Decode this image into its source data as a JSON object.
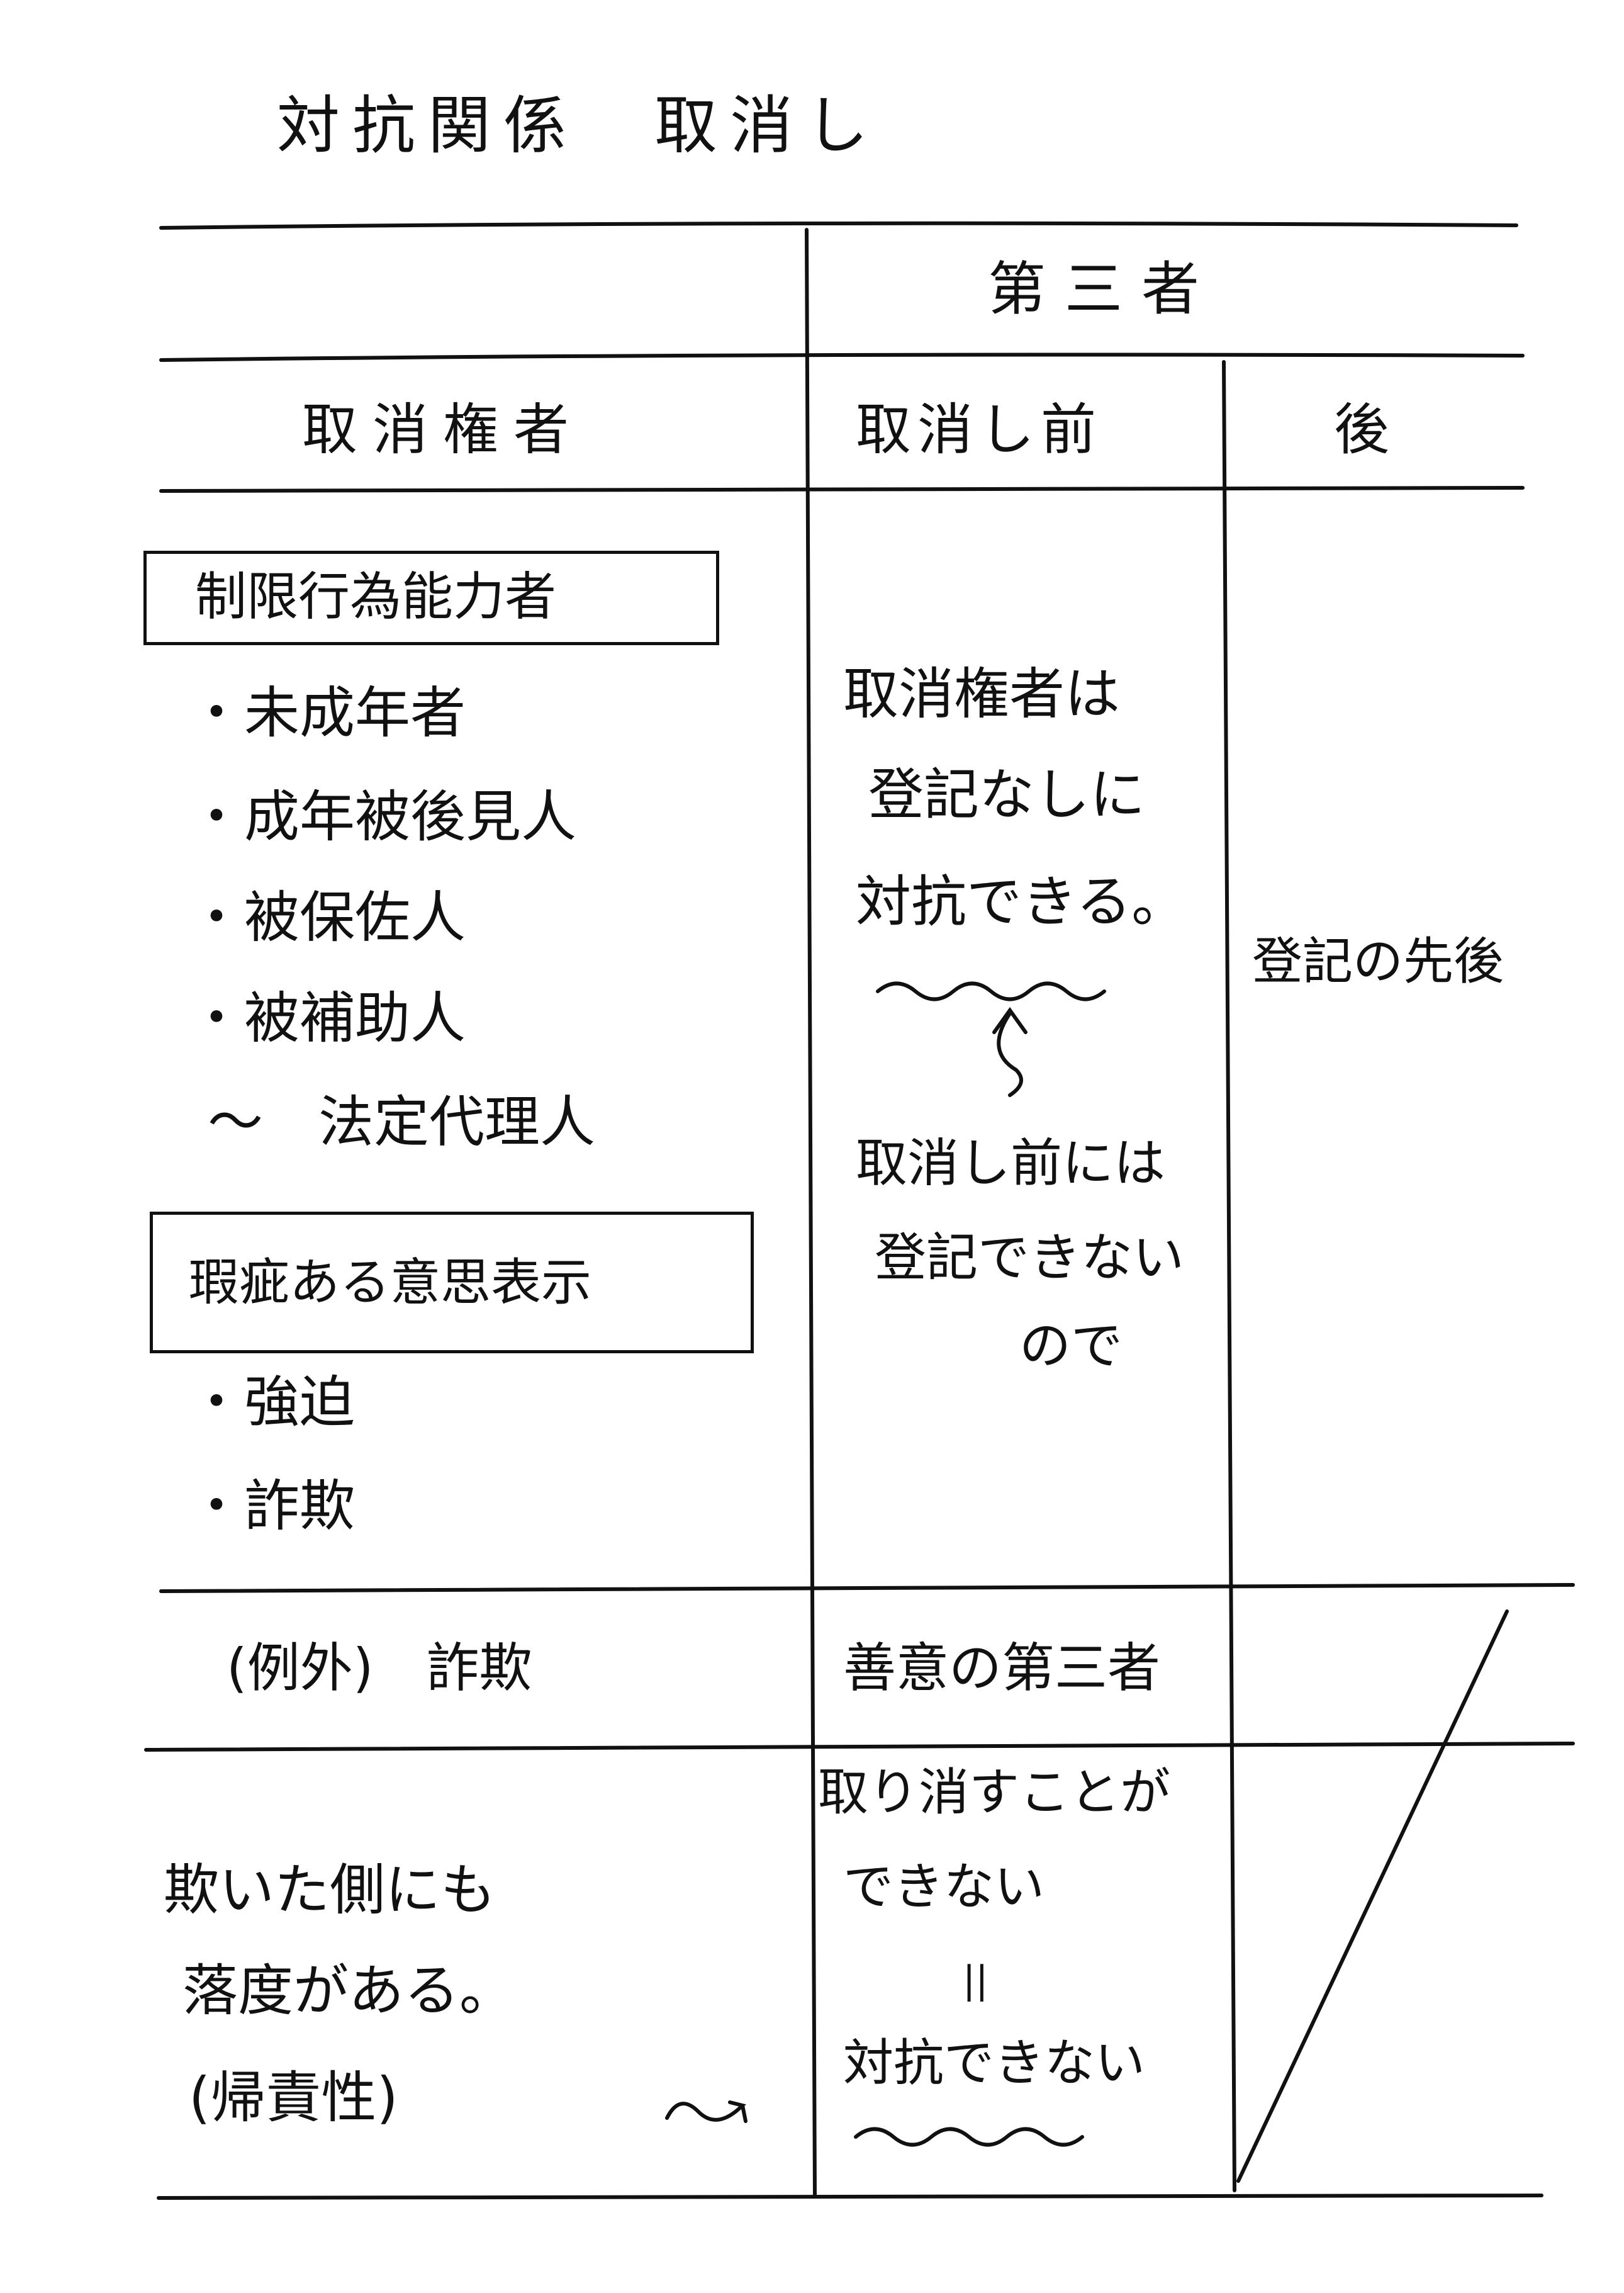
{
  "title": "対抗関係　取消し",
  "header": {
    "third_party": "第三者"
  },
  "columns": {
    "rescinder": "取消権者",
    "before": "取消し前",
    "after": "後"
  },
  "left": {
    "group1": "制限行為能力者",
    "group1_items": [
      "・未成年者",
      "・成年被後見人",
      "・被保佐人",
      "・被補助人",
      "〜　法定代理人"
    ],
    "group2": "瑕疵ある意思表示",
    "group2_items": [
      "・強迫",
      "・詐欺"
    ]
  },
  "middle": {
    "lines1": [
      "取消権者は",
      "登記なしに",
      "対抗できる。"
    ],
    "lines2": [
      "取消し前には",
      "登記できない",
      "ので"
    ]
  },
  "right": {
    "text": "登記の先後"
  },
  "exception": {
    "label": "(例外)　詐欺",
    "third_party": "善意の第三者"
  },
  "bottom": {
    "left_lines": [
      "欺いた側にも",
      "落度がある。",
      "(帰責性)"
    ],
    "middle_lines": [
      "取り消すことが",
      "できない",
      "||",
      "対抗できない"
    ]
  }
}
